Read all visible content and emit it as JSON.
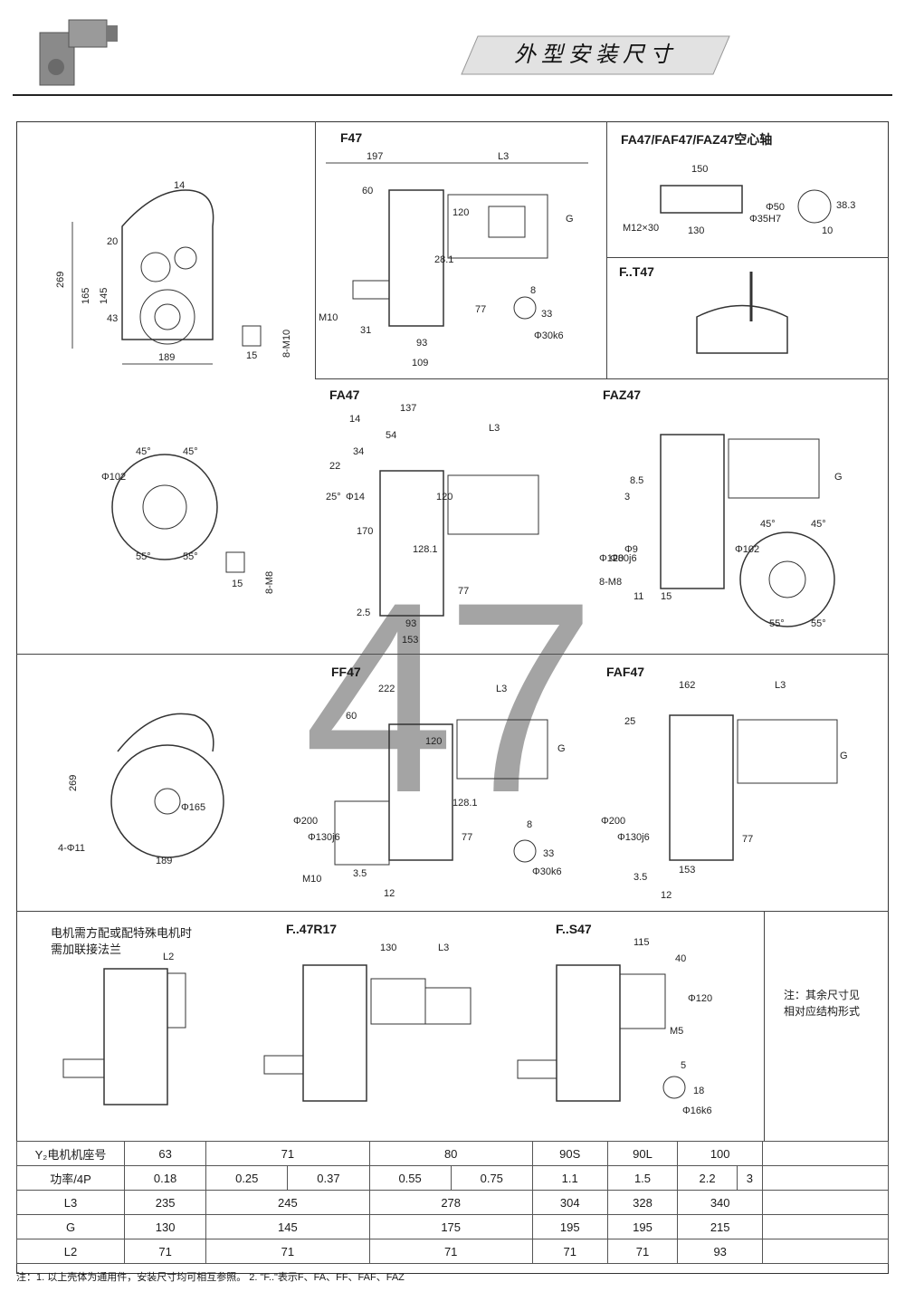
{
  "header": {
    "title": "外型安装尺寸"
  },
  "watermark": "47",
  "sections": {
    "f47": {
      "label": "F47",
      "dims": [
        "197",
        "L3",
        "60",
        "G",
        "120",
        "28.1",
        "77",
        "31",
        "93",
        "109",
        "M10",
        "8",
        "33",
        "Φ30k6"
      ]
    },
    "fa_hollow": {
      "label": "FA47/FAF47/FAZ47空心轴",
      "dims": [
        "150",
        "M12×30",
        "130",
        "Φ35H7",
        "Φ50",
        "38.3",
        "10"
      ]
    },
    "ft47": {
      "label": "F..T47"
    },
    "front_top": {
      "dims": [
        "14",
        "20",
        "269",
        "165",
        "145",
        "43",
        "189",
        "15",
        "8-M10"
      ]
    },
    "fa47": {
      "label": "FA47",
      "dims": [
        "14",
        "137",
        "54",
        "34",
        "22",
        "25°",
        "Φ14",
        "L3",
        "120",
        "170",
        "128.1",
        "77",
        "2.5",
        "93",
        "153"
      ]
    },
    "faz47": {
      "label": "FAZ47",
      "dims": [
        "8.5",
        "3",
        "Φ120",
        "Φ80j6",
        "Φ9",
        "8-M8",
        "11",
        "15",
        "G",
        "45°",
        "45°",
        "Φ102",
        "55°",
        "55°"
      ]
    },
    "flange_mid": {
      "dims": [
        "45°",
        "45°",
        "Φ102",
        "55°",
        "55°",
        "15",
        "8-M8"
      ]
    },
    "ff47": {
      "label": "FF47",
      "dims": [
        "222",
        "L3",
        "60",
        "G",
        "120",
        "Φ200",
        "Φ130j6",
        "128.1",
        "77",
        "M10",
        "3.5",
        "12",
        "8",
        "33",
        "Φ30k6"
      ]
    },
    "faf47": {
      "label": "FAF47",
      "dims": [
        "162",
        "L3",
        "25",
        "G",
        "Φ200",
        "Φ130j6",
        "77",
        "3.5",
        "153",
        "12"
      ]
    },
    "front_bottom": {
      "dims": [
        "269",
        "Φ165",
        "4-Φ11",
        "189"
      ]
    },
    "motor_note": {
      "lines": [
        "电机需方配或配特殊电机时",
        "需加联接法兰"
      ],
      "dims": [
        "L2"
      ]
    },
    "f47r17": {
      "label": "F..47R17",
      "dims": [
        "130",
        "L3"
      ]
    },
    "fs47": {
      "label": "F..S47",
      "dims": [
        "115",
        "40",
        "Φ120",
        "M5",
        "5",
        "18",
        "Φ16k6"
      ]
    },
    "side_note": {
      "lines": [
        "注：其余尺寸见",
        "相对应结构形式"
      ]
    }
  },
  "table": {
    "rows": [
      [
        "Y₂电机机座号",
        "63",
        "71",
        "80",
        "90S",
        "90L",
        "100"
      ],
      [
        "功率/4P",
        "0.18",
        "0.25",
        "0.37",
        "0.55",
        "0.75",
        "1.1",
        "1.5",
        "2.2",
        "3"
      ],
      [
        "L3",
        "235",
        "245",
        "278",
        "304",
        "328",
        "340"
      ],
      [
        "G",
        "130",
        "145",
        "175",
        "195",
        "195",
        "215"
      ],
      [
        "L2",
        "71",
        "71",
        "71",
        "71",
        "71",
        "93"
      ]
    ]
  },
  "footnote": "注：1. 以上壳体为通用件，安装尺寸均可相互参照。   2. \"F..\"表示F、FA、FF、FAF、FAZ"
}
